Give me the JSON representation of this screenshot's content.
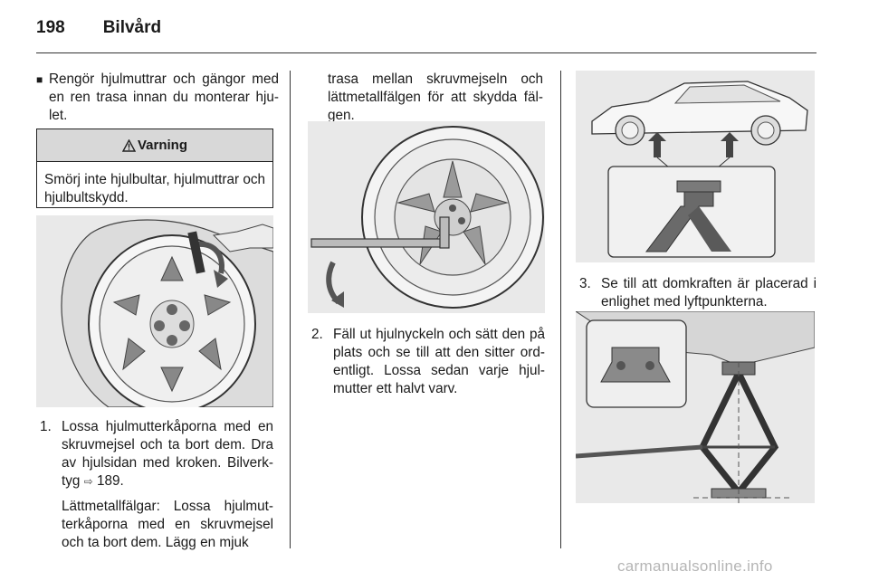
{
  "header": {
    "page_number": "198",
    "section_title": "Bilvård"
  },
  "col1": {
    "bullet_mark": "■",
    "bullet_text": "Rengör hjulmuttrar och gängor med en ren trasa innan du monterar hju-let.",
    "warning": {
      "icon": "warning-triangle-icon",
      "title": "Varning",
      "text": "Smörj inte hjulbultar, hjulmuttrar och hjulbultskydd."
    },
    "step1": {
      "number": "1.",
      "text": "Lossa hjulmutterkåporna med en skruvmejsel och ta bort dem. Dra av hjulsidan med kroken. Bilverk-tyg",
      "ref_icon": "page-ref-icon",
      "ref_page": "189.",
      "sub_text": "Lättmetallfälgar: Lossa hjulmut-terkåporna med en skruvmejsel och ta bort dem. Lägg en mjuk"
    }
  },
  "col2": {
    "cont_text": "trasa mellan skruvmejseln och lättmetallfälgen för att skydda fäl-gen.",
    "step2": {
      "number": "2.",
      "text": "Fäll ut hjulnyckeln och sätt den på plats och se till att den sitter ord-entligt. Lossa sedan varje hjul-mutter ett halvt varv."
    }
  },
  "col3": {
    "step3": {
      "number": "3.",
      "text": "Se till att domkraften är placerad i enlighet med lyftpunkterna."
    }
  },
  "watermark": "carmanualsonline.info"
}
